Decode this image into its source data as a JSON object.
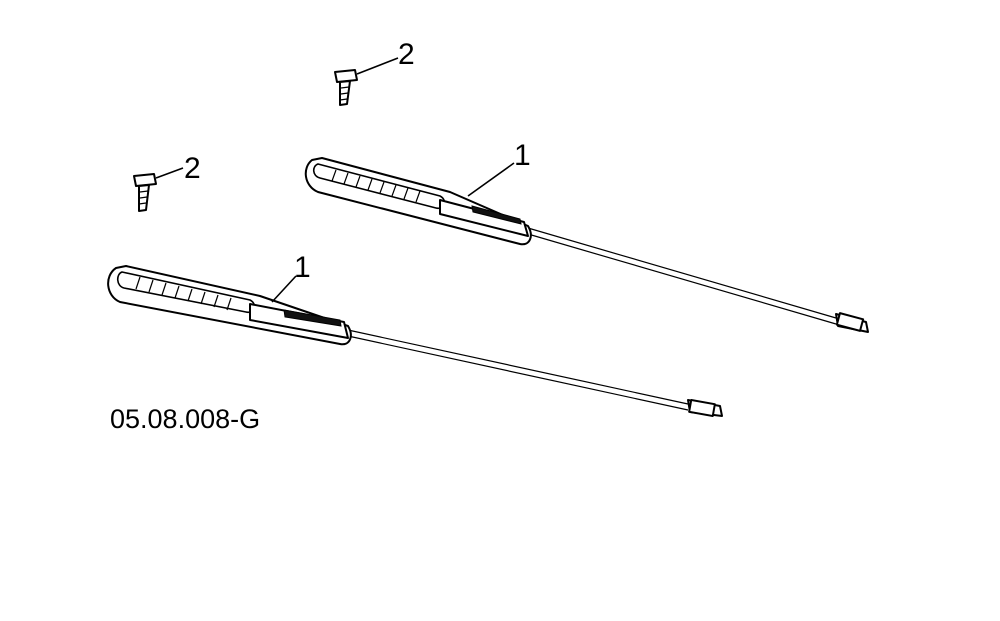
{
  "figure": {
    "code": "05.08.008-G"
  },
  "callouts": [
    {
      "id": "screw-upper",
      "label": "2"
    },
    {
      "id": "screw-lower",
      "label": "2"
    },
    {
      "id": "sensor-upper",
      "label": "1"
    },
    {
      "id": "sensor-lower",
      "label": "1"
    }
  ],
  "colors": {
    "line": "#000000",
    "background": "#ffffff"
  }
}
